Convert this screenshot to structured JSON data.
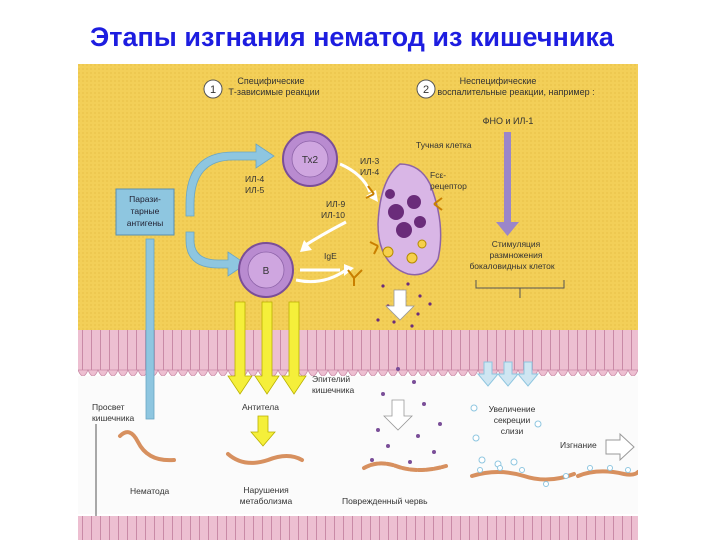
{
  "title": "Этапы изгнания нематод из кишечника",
  "colors": {
    "title": "#1d1de0",
    "background_zone": "#f3cf58",
    "epithelium": "#e9b3c8",
    "lumen": "#fbfbfb",
    "arrow_blue": "#8ec6e0",
    "arrow_yellow": "#f5ef3a",
    "arrow_purple": "#9b86c9",
    "cell_purple": "#b98bd0",
    "worm": "#d7905f"
  },
  "diagram": {
    "step1_num": "1",
    "step1_line1": "Специфические",
    "step1_line2": "Т-зависимые реакции",
    "step2_num": "2",
    "step2_line1": "Неспецифические",
    "step2_line2": "воспалительные реакции, например :",
    "tnf_label": "ФНО и ИЛ-1",
    "antigen_l1": "Парази-",
    "antigen_l2": "тарные",
    "antigen_l3": "антигены",
    "th2_label": "Тх2",
    "b_label": "В",
    "il4_l1": "ИЛ-4",
    "il4_l2": "ИЛ-5",
    "il3_l1": "ИЛ-3",
    "il3_l2": "ИЛ-4",
    "il9_l1": "ИЛ-9",
    "il9_l2": "ИЛ-10",
    "mast_label": "Тучная клетка",
    "fc_l1": "Fcε-",
    "fc_l2": "рецептор",
    "ige_label": "IgE",
    "goblet_l1": "Стимуляция",
    "goblet_l2": "размножения",
    "goblet_l3": "бокаловидных клеток",
    "epithelium_l1": "Эпителий",
    "epithelium_l2": "кишечника",
    "lumen_l1": "Просвет",
    "lumen_l2": "кишечника",
    "antibodies": "Антитела",
    "mucus_l1": "Увеличение",
    "mucus_l2": "секреции",
    "mucus_l3": "слизи",
    "expulsion": "Изгнание",
    "nematode": "Нематода",
    "metab_l1": "Нарушения",
    "metab_l2": "метаболизма",
    "damaged": "Поврежденный червь"
  }
}
